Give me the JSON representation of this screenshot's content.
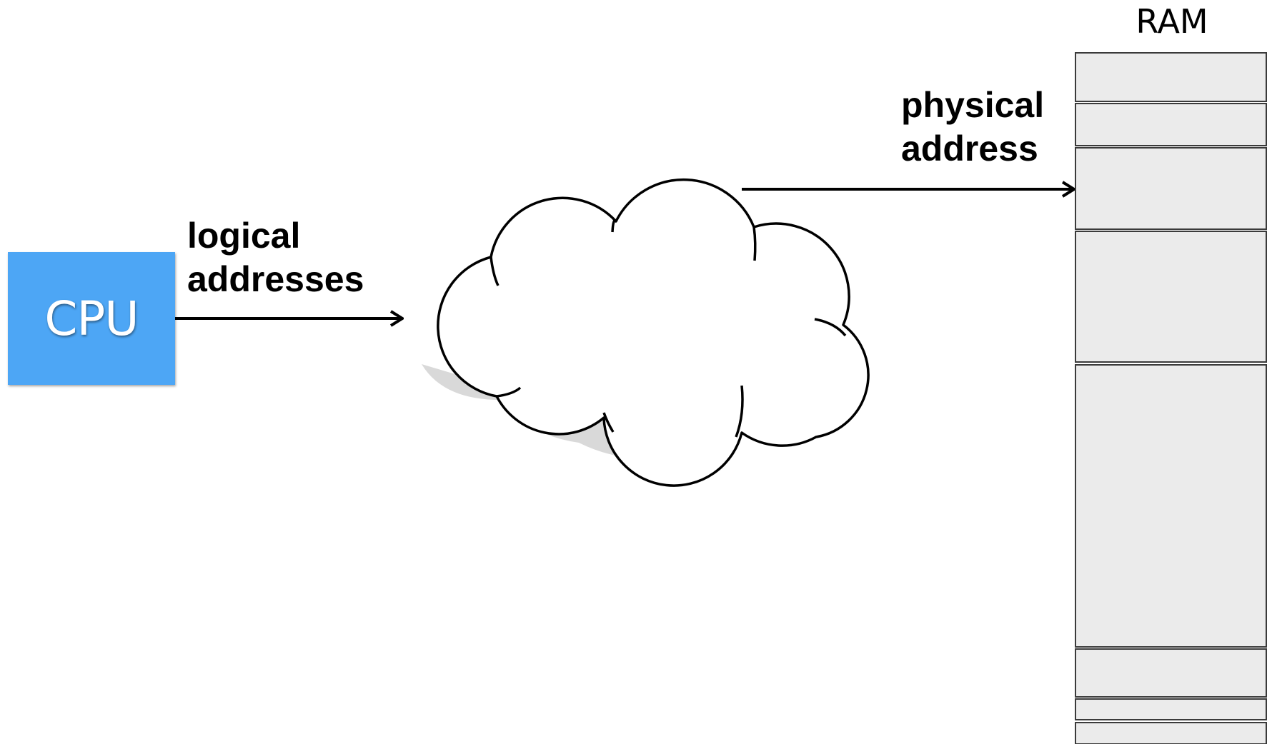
{
  "cpu": {
    "label": "CPU"
  },
  "logical": {
    "line1": "logical",
    "line2": "addresses"
  },
  "physical": {
    "line1": "physical",
    "line2": "address"
  },
  "ram": {
    "title": "RAM"
  },
  "colors": {
    "cpu_fill": "#4da6f5",
    "ram_fill": "#ebebeb",
    "cloud_shadow": "#d9d9d9",
    "stroke": "#000000"
  }
}
